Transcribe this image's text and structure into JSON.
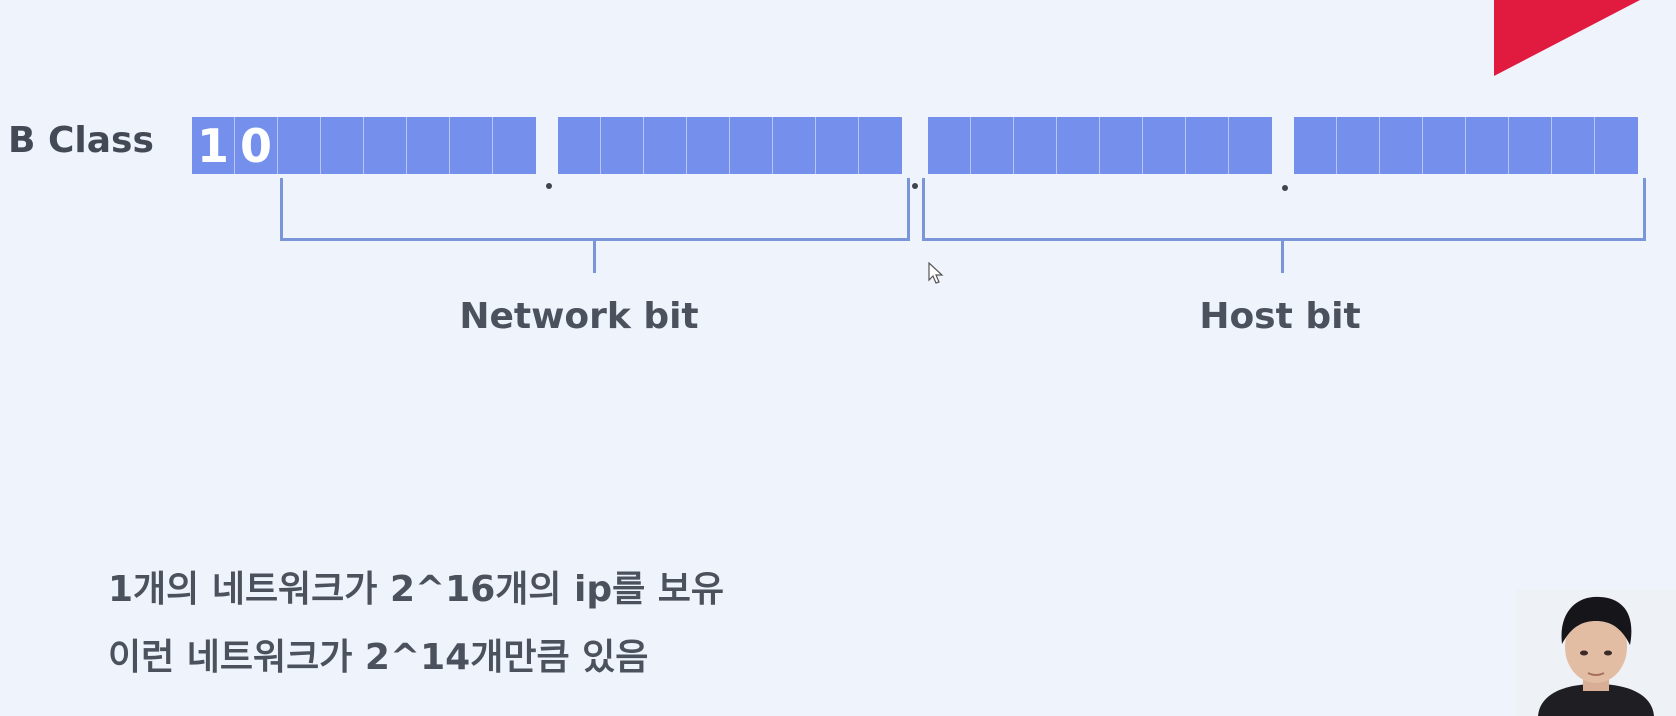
{
  "class_label": "B Class",
  "leading_bits": [
    "1",
    "0"
  ],
  "network_label": "Network bit",
  "host_label": "Host bit",
  "notes": [
    "1개의 네트워크가 2^16개의 ip를 보유",
    "이런 네트워크가 2^14개만큼 있음"
  ],
  "colors": {
    "background": "#eff3fb",
    "bit_fill": "#7590ec",
    "bracket": "#7a96d8",
    "text": "#4b525d",
    "accent_red": "#e11a40"
  }
}
